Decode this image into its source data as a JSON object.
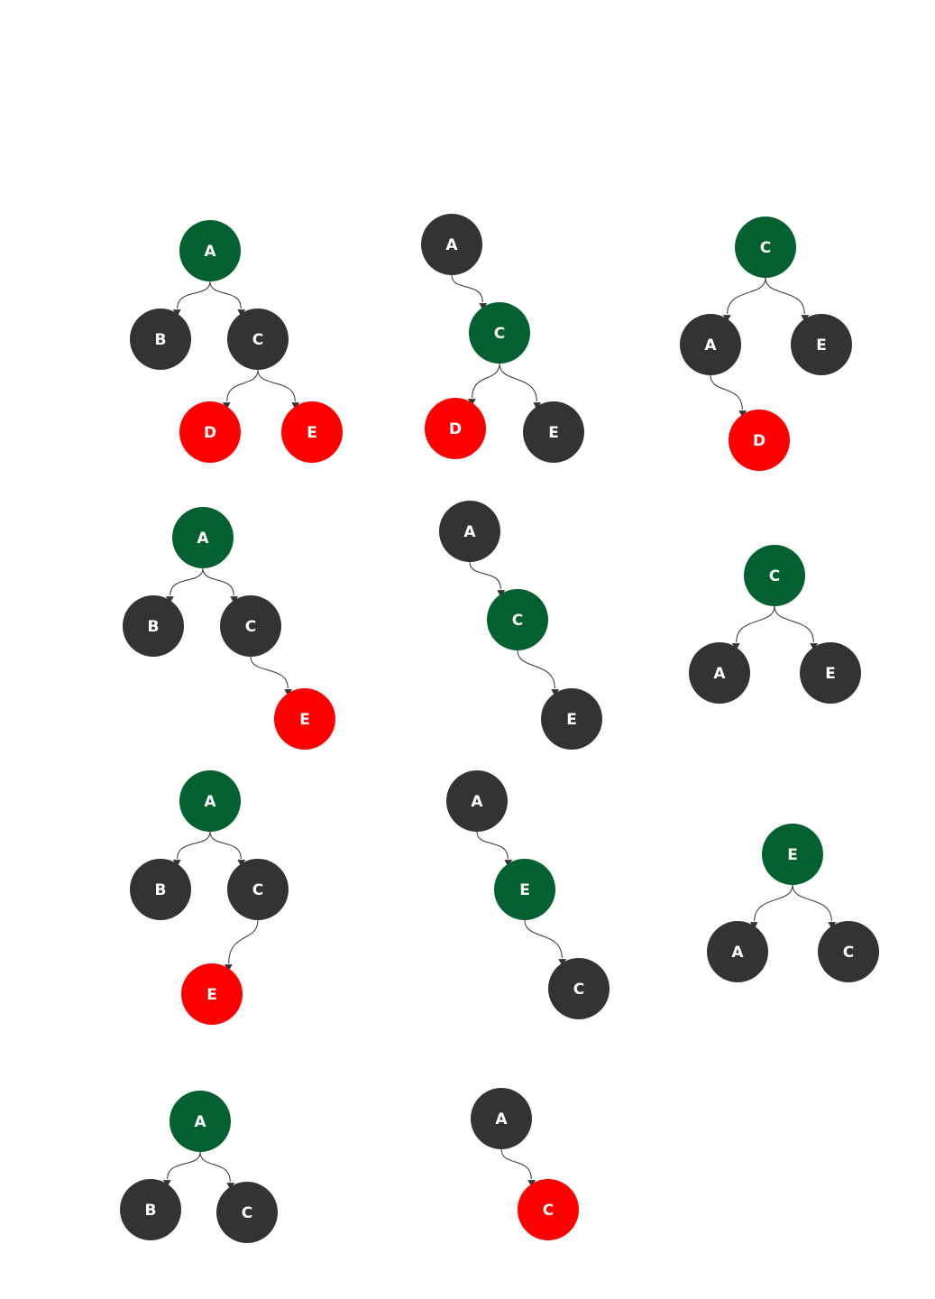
{
  "colors": {
    "green": "#02612E",
    "black": "#333333",
    "red": "#FF0000",
    "label": "#FFFFFF",
    "edge": "#333333"
  },
  "trees": [
    {
      "id": "t1",
      "nodes": [
        {
          "id": "a",
          "label": "A",
          "color": "green"
        },
        {
          "id": "b",
          "label": "B",
          "color": "black"
        },
        {
          "id": "c",
          "label": "C",
          "color": "black"
        },
        {
          "id": "d",
          "label": "D",
          "color": "red"
        },
        {
          "id": "e",
          "label": "E",
          "color": "red"
        }
      ],
      "edges": [
        [
          "a",
          "b"
        ],
        [
          "a",
          "c"
        ],
        [
          "c",
          "d"
        ],
        [
          "c",
          "e"
        ]
      ]
    },
    {
      "id": "t2",
      "nodes": [
        {
          "id": "a",
          "label": "A",
          "color": "black"
        },
        {
          "id": "c",
          "label": "C",
          "color": "green"
        },
        {
          "id": "d",
          "label": "D",
          "color": "red"
        },
        {
          "id": "e",
          "label": "E",
          "color": "black"
        }
      ],
      "edges": [
        [
          "a",
          "c"
        ],
        [
          "c",
          "d"
        ],
        [
          "c",
          "e"
        ]
      ]
    },
    {
      "id": "t3",
      "nodes": [
        {
          "id": "c",
          "label": "C",
          "color": "green"
        },
        {
          "id": "a",
          "label": "A",
          "color": "black"
        },
        {
          "id": "e",
          "label": "E",
          "color": "black"
        },
        {
          "id": "d",
          "label": "D",
          "color": "red"
        }
      ],
      "edges": [
        [
          "c",
          "a"
        ],
        [
          "c",
          "e"
        ],
        [
          "a",
          "d"
        ]
      ]
    },
    {
      "id": "t4",
      "nodes": [
        {
          "id": "a",
          "label": "A",
          "color": "green"
        },
        {
          "id": "b",
          "label": "B",
          "color": "black"
        },
        {
          "id": "c",
          "label": "C",
          "color": "black"
        },
        {
          "id": "e",
          "label": "E",
          "color": "red"
        }
      ],
      "edges": [
        [
          "a",
          "b"
        ],
        [
          "a",
          "c"
        ],
        [
          "c",
          "e"
        ]
      ]
    },
    {
      "id": "t5",
      "nodes": [
        {
          "id": "a",
          "label": "A",
          "color": "black"
        },
        {
          "id": "c",
          "label": "C",
          "color": "green"
        },
        {
          "id": "e",
          "label": "E",
          "color": "black"
        }
      ],
      "edges": [
        [
          "a",
          "c"
        ],
        [
          "c",
          "e"
        ]
      ]
    },
    {
      "id": "t6",
      "nodes": [
        {
          "id": "c",
          "label": "C",
          "color": "green"
        },
        {
          "id": "a",
          "label": "A",
          "color": "black"
        },
        {
          "id": "e",
          "label": "E",
          "color": "black"
        }
      ],
      "edges": [
        [
          "c",
          "a"
        ],
        [
          "c",
          "e"
        ]
      ]
    },
    {
      "id": "t7",
      "nodes": [
        {
          "id": "a",
          "label": "A",
          "color": "green"
        },
        {
          "id": "b",
          "label": "B",
          "color": "black"
        },
        {
          "id": "c",
          "label": "C",
          "color": "black"
        },
        {
          "id": "e",
          "label": "E",
          "color": "red"
        }
      ],
      "edges": [
        [
          "a",
          "b"
        ],
        [
          "a",
          "c"
        ],
        [
          "c",
          "e"
        ]
      ]
    },
    {
      "id": "t8",
      "nodes": [
        {
          "id": "a",
          "label": "A",
          "color": "black"
        },
        {
          "id": "e",
          "label": "E",
          "color": "green"
        },
        {
          "id": "c",
          "label": "C",
          "color": "black"
        }
      ],
      "edges": [
        [
          "a",
          "e"
        ],
        [
          "e",
          "c"
        ]
      ]
    },
    {
      "id": "t9",
      "nodes": [
        {
          "id": "e",
          "label": "E",
          "color": "green"
        },
        {
          "id": "a",
          "label": "A",
          "color": "black"
        },
        {
          "id": "c",
          "label": "C",
          "color": "black"
        }
      ],
      "edges": [
        [
          "e",
          "a"
        ],
        [
          "e",
          "c"
        ]
      ]
    },
    {
      "id": "t10",
      "nodes": [
        {
          "id": "a",
          "label": "A",
          "color": "green"
        },
        {
          "id": "b",
          "label": "B",
          "color": "black"
        },
        {
          "id": "c",
          "label": "C",
          "color": "black"
        }
      ],
      "edges": [
        [
          "a",
          "b"
        ],
        [
          "a",
          "c"
        ]
      ]
    },
    {
      "id": "t11",
      "nodes": [
        {
          "id": "a",
          "label": "A",
          "color": "black"
        },
        {
          "id": "c",
          "label": "C",
          "color": "red"
        }
      ],
      "edges": [
        [
          "a",
          "c"
        ]
      ]
    }
  ]
}
